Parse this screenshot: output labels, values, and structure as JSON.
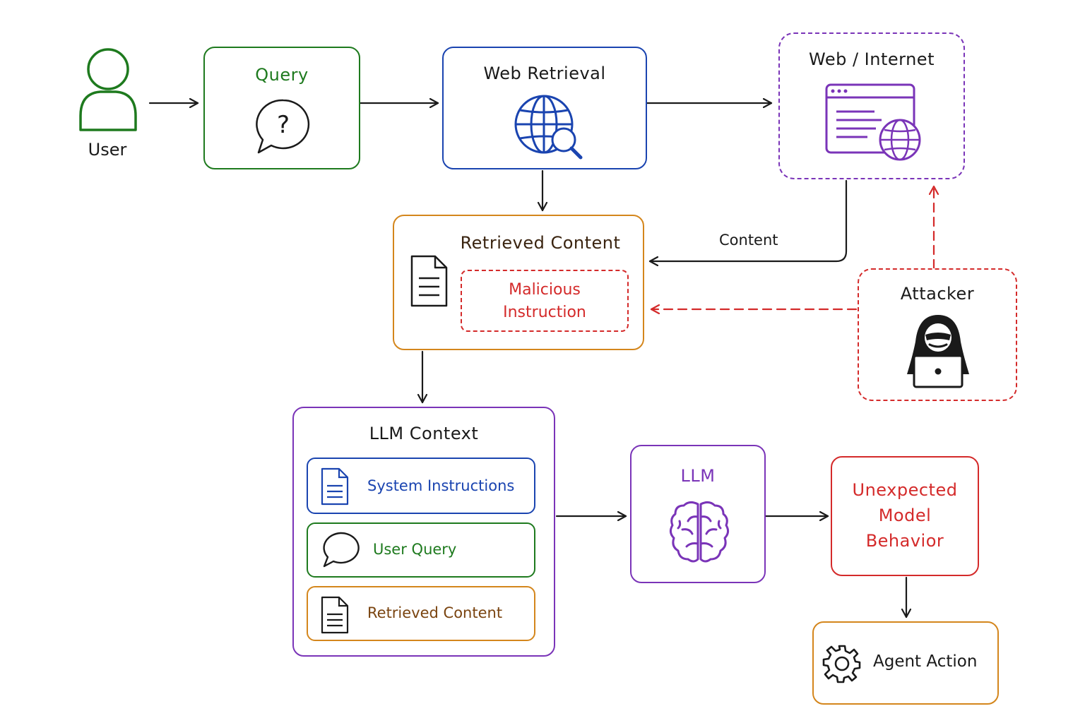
{
  "colors": {
    "green": "#1e7a1e",
    "blue": "#1a44b0",
    "purple": "#7a34b8",
    "orange": "#d4861c",
    "red": "#d42a2a",
    "ink": "#1a1a1a"
  },
  "user": {
    "label": "User",
    "icon": "user-icon"
  },
  "query": {
    "title": "Query",
    "icon": "question-bubble-icon"
  },
  "web_retrieval": {
    "title": "Web Retrieval",
    "icon": "globe-search-icon"
  },
  "web_internet": {
    "title": "Web / Internet",
    "icon": "browser-globe-icon"
  },
  "retrieved_content": {
    "title": "Retrieved Content",
    "icon": "document-icon",
    "malicious_line1": "Malicious",
    "malicious_line2": "Instruction"
  },
  "attacker": {
    "title": "Attacker",
    "icon": "hacker-icon"
  },
  "edge_labels": {
    "content": "Content"
  },
  "llm_context": {
    "title": "LLM Context",
    "items": [
      {
        "label": "System Instructions",
        "icon": "document-icon"
      },
      {
        "label": "User Query",
        "icon": "speech-bubble-icon"
      },
      {
        "label": "Retrieved Content",
        "icon": "document-icon"
      }
    ]
  },
  "llm": {
    "title": "LLM",
    "icon": "brain-icon"
  },
  "unexpected": {
    "line1": "Unexpected",
    "line2": "Model",
    "line3": "Behavior"
  },
  "agent_action": {
    "label": "Agent Action",
    "icon": "gear-icon"
  }
}
